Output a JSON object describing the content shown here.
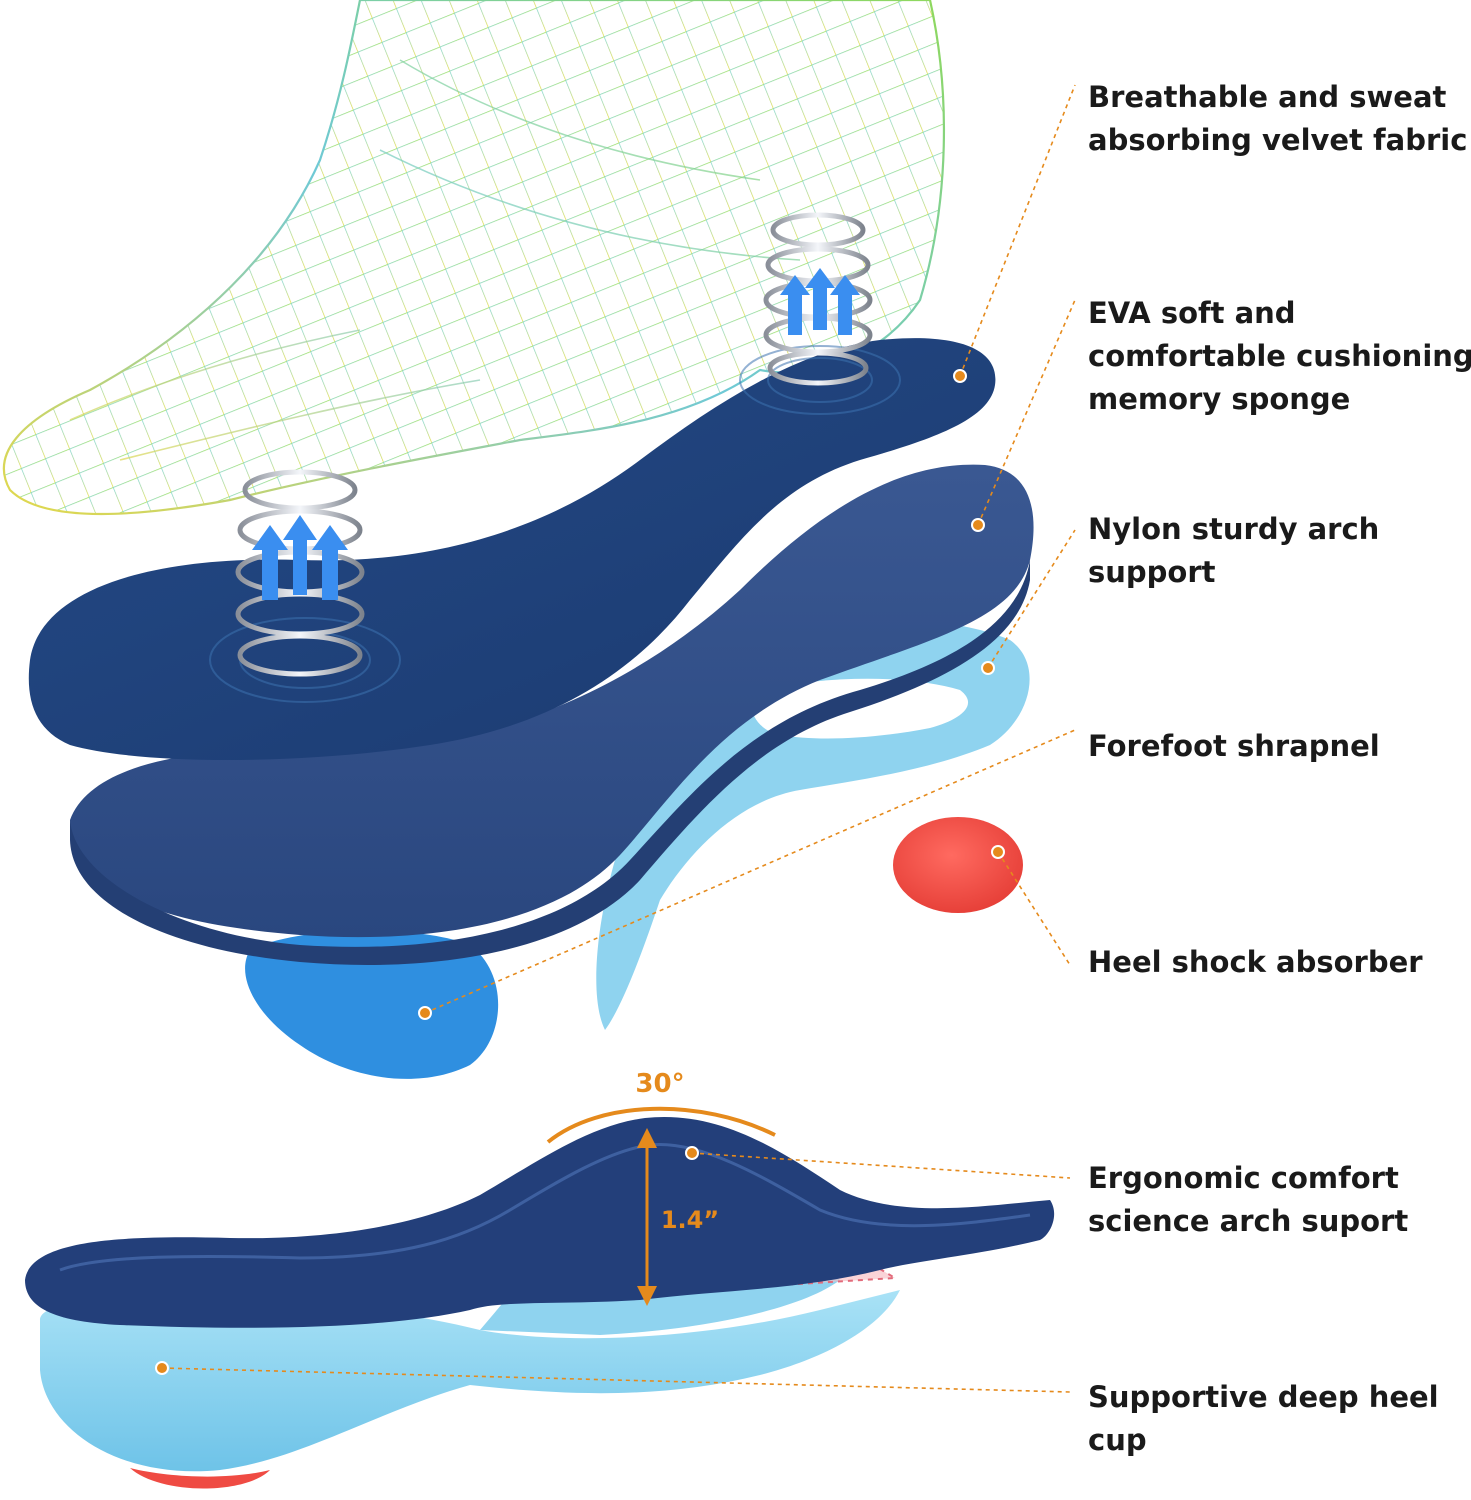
{
  "labels": [
    {
      "id": "velvet-fabric",
      "lines": [
        "Breathable and sweat",
        "absorbing velvet fabric"
      ]
    },
    {
      "id": "eva-sponge",
      "lines": [
        "EVA soft and",
        "comfortable cushioning",
        "memory sponge"
      ]
    },
    {
      "id": "nylon-arch",
      "lines": [
        "Nylon sturdy arch",
        "support"
      ]
    },
    {
      "id": "forefoot-shrapnel",
      "lines": [
        "Forefoot shrapnel"
      ]
    },
    {
      "id": "heel-shock",
      "lines": [
        "Heel shock absorber"
      ]
    },
    {
      "id": "ergonomic-arch",
      "lines": [
        "Ergonomic comfort",
        "science arch suport"
      ]
    },
    {
      "id": "deep-heel-cup",
      "lines": [
        "Supportive deep heel",
        "cup"
      ]
    }
  ],
  "measurements": {
    "angle": "30°",
    "arch_height": "1.4”"
  },
  "colors": {
    "callout_line": "#e58a1c",
    "fabric_navy": "#1f3f78",
    "eva_navy": "#2f4c86",
    "nylon_light_blue": "#8fd3ef",
    "forefoot_blue": "#2f8fe0",
    "heel_red": "#ef4b43"
  }
}
